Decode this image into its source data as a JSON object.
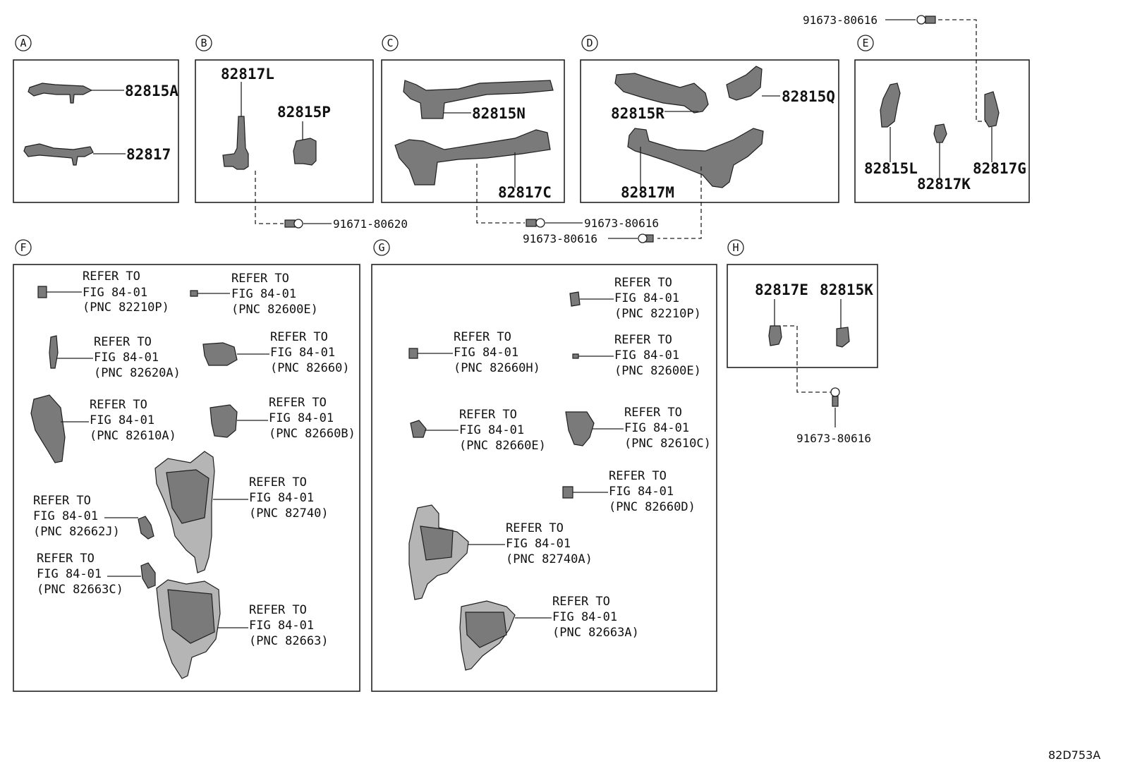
{
  "diagram_code": "82D753A",
  "sections": {
    "A": {
      "letter": "A",
      "parts": [
        "82815A",
        "82817"
      ]
    },
    "B": {
      "letter": "B",
      "parts": [
        "82817L",
        "82815P"
      ]
    },
    "C": {
      "letter": "C",
      "parts": [
        "82815N",
        "82817C"
      ]
    },
    "D": {
      "letter": "D",
      "parts": [
        "82815R",
        "82815Q",
        "82817M"
      ]
    },
    "E": {
      "letter": "E",
      "parts": [
        "82815L",
        "82817K",
        "82817G"
      ]
    },
    "F": {
      "letter": "F"
    },
    "G": {
      "letter": "G"
    },
    "H": {
      "letter": "H",
      "parts": [
        "82817E",
        "82815K"
      ]
    }
  },
  "hardware": [
    "91673-80616",
    "91671-80620",
    "91673-80616",
    "91673-80616",
    "91673-80616"
  ],
  "refer_line1": "REFER TO",
  "refer_line2": "FIG 84-01",
  "refs_f": [
    "(PNC 82210P)",
    "(PNC 82600E)",
    "(PNC 82620A)",
    "(PNC 82660)",
    "(PNC 82610A)",
    "(PNC 82660B)",
    "(PNC 82740)",
    "(PNC 82662J)",
    "(PNC 82663C)",
    "(PNC 82663)"
  ],
  "refs_g": [
    "(PNC 82210P)",
    "(PNC 82660H)",
    "(PNC 82600E)",
    "(PNC 82660E)",
    "(PNC 82610C)",
    "(PNC 82660D)",
    "(PNC 82740A)",
    "(PNC 82663A)"
  ]
}
